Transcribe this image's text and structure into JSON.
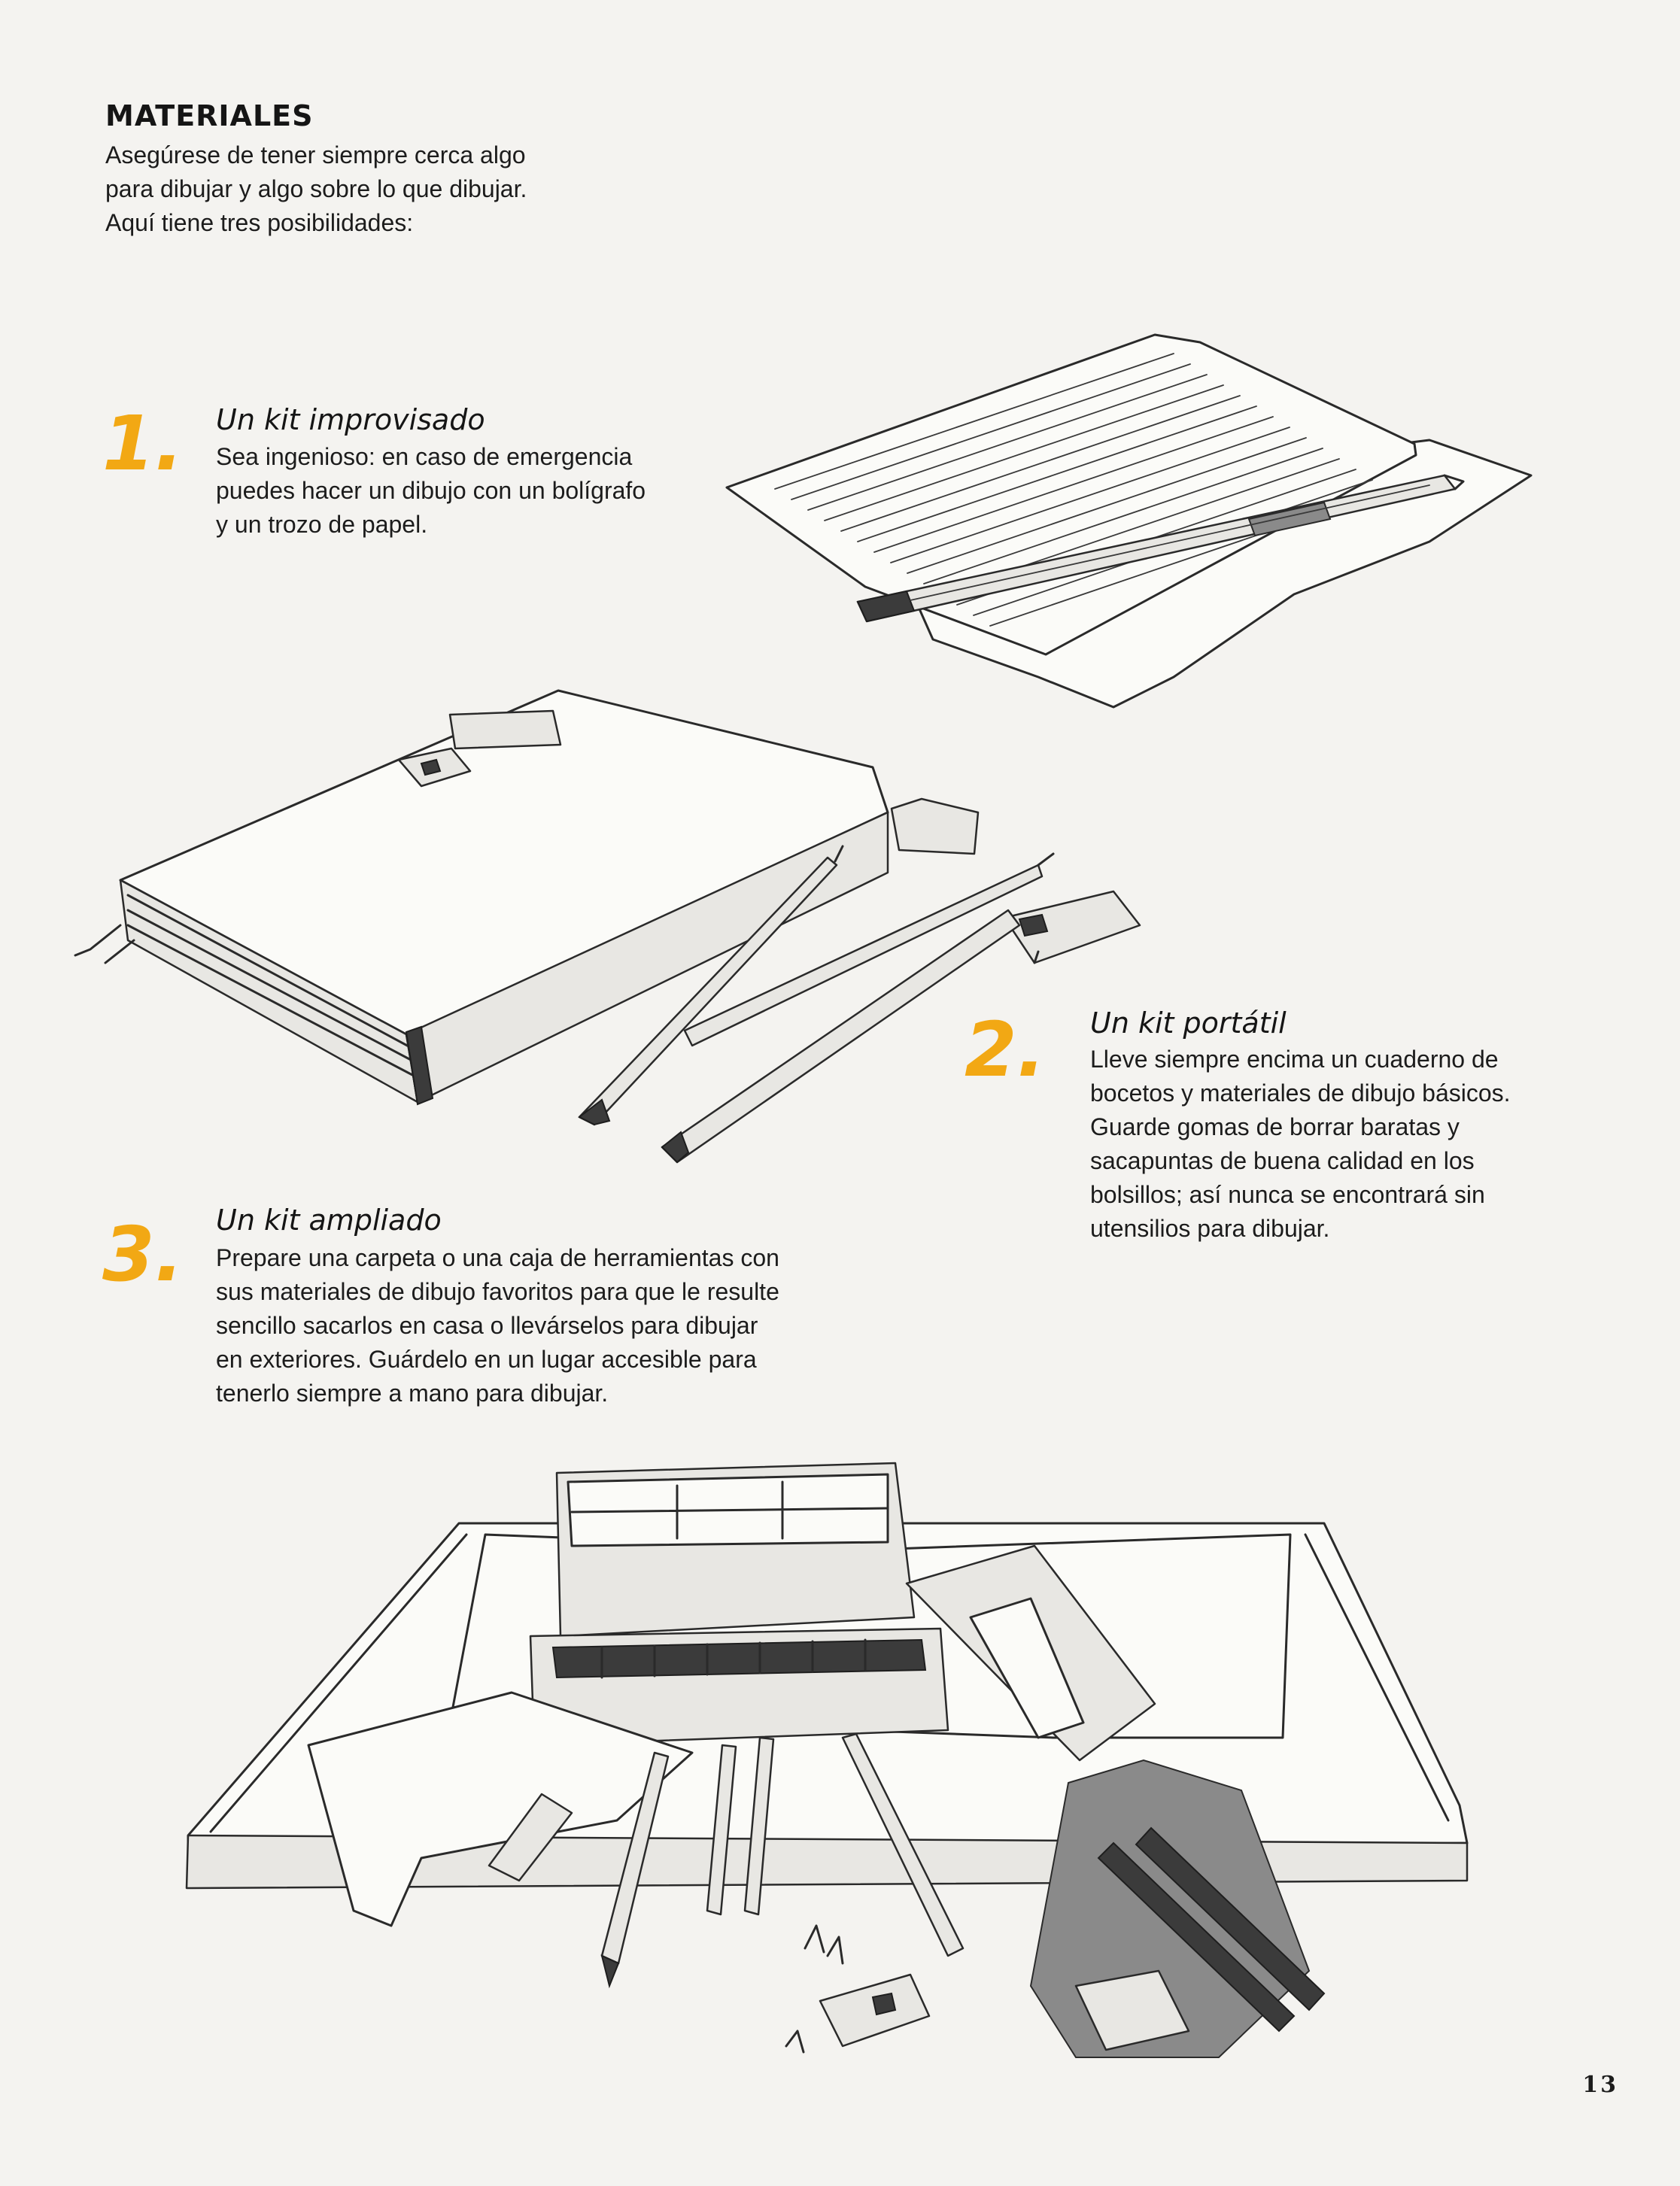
{
  "header": {
    "title": "MATERIALES",
    "intro": [
      "Asegúrese de tener siempre cerca algo",
      "para dibujar y algo sobre lo que dibujar.",
      "Aquí tiene tres posibilidades:"
    ]
  },
  "sections": [
    {
      "number": "1.",
      "title": "Un kit improvisado",
      "body": [
        "Sea ingenioso: en caso de emergencia",
        "puedes hacer un dibujo con un bolígrafo",
        "y un trozo de papel."
      ]
    },
    {
      "number": "2.",
      "title": "Un kit portátil",
      "body": [
        "Lleve siempre encima un cuaderno de",
        "bocetos y materiales de dibujo básicos.",
        "Guarde gomas de borrar baratas y",
        "sacapuntas de buena calidad en los",
        "bolsillos; así nunca se encontrará sin",
        "utensilios para dibujar."
      ]
    },
    {
      "number": "3.",
      "title": "Un kit ampliado",
      "body": [
        "Prepare una carpeta o una caja de herramientas con",
        "sus materiales de dibujo favoritos para que le resulte",
        "sencillo sacarlos en casa o llevárselos para dibujar",
        "en exteriores. Guárdelo en un lugar accesible para",
        "tenerlo siempre a mano para dibujar."
      ]
    }
  ],
  "page_number": "13",
  "colors": {
    "accent": "#f2a814",
    "background": "#f4f3f0",
    "text": "#1c1c1c"
  }
}
